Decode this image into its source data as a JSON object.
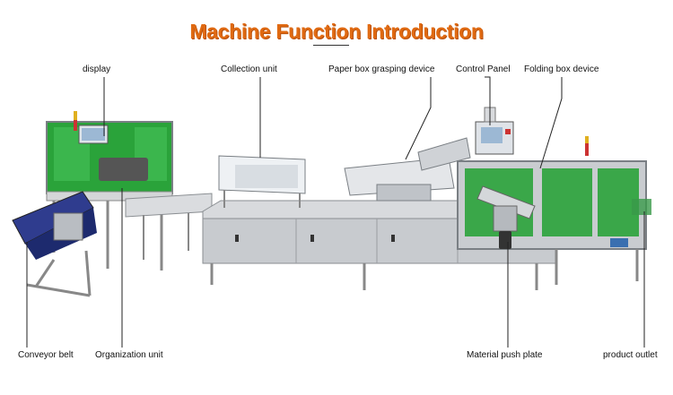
{
  "title": "Machine Function Introduction",
  "labels": {
    "display": "display",
    "collection_unit": "Collection unit",
    "paper_box_grasping_device": "Paper box grasping device",
    "control_panel": "Control Panel",
    "folding_box_device": "Folding box device",
    "conveyor_belt": "Conveyor belt",
    "organization_unit": "Organization unit",
    "material_push_plate": "Material push plate",
    "product_outlet": "product outlet"
  },
  "colors": {
    "title": "#e06a12",
    "leader_line": "#222222",
    "panel_green": "#2aa33a",
    "steel": "#c8cbcf"
  }
}
